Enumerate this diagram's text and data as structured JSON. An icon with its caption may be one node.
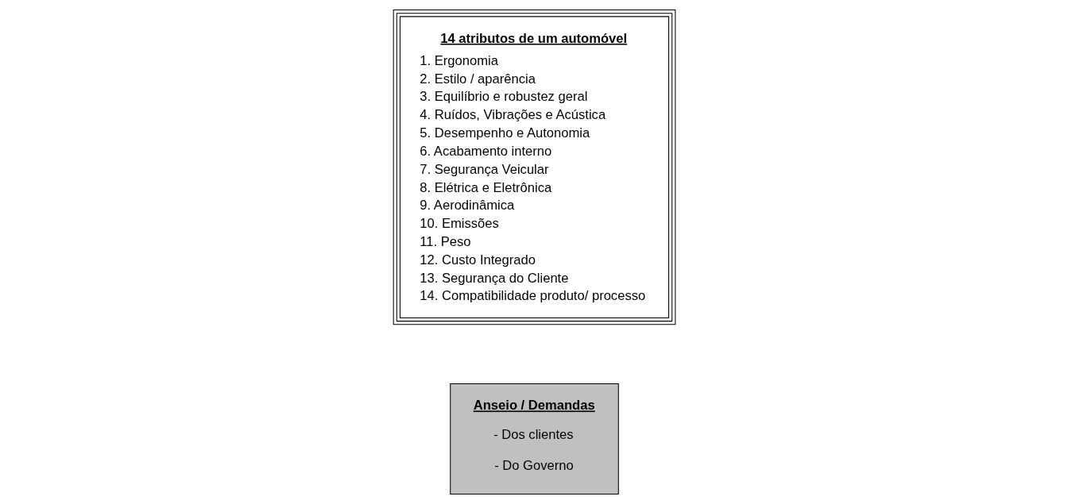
{
  "diagram": {
    "nodes": [
      {
        "text": [
          "Anseio / Demandas",
          "- Dos clientes",
          "- Do Governo"
        ]
      },
      {
        "text": [
          "14 atributos de um automóvel",
          "1. Ergonomia",
          "2. Estilo / aparência",
          "3. Equilíbrio e robustez geral",
          "4. Ruídos, Vibrações e Acústica",
          "5. Desempenho e Autonomia",
          "6. Acabamento interno",
          "7. Segurança Veicular",
          "8. Elétrica e Eletrônica",
          "9. Aerodinâmica",
          "10. Emissões",
          "11. Peso",
          "12. Custo Integrado",
          "13. Segurança do Cliente",
          "14. Compatibilidade produto/ processo"
        ]
      }
    ],
    "edges": []
  }
}
